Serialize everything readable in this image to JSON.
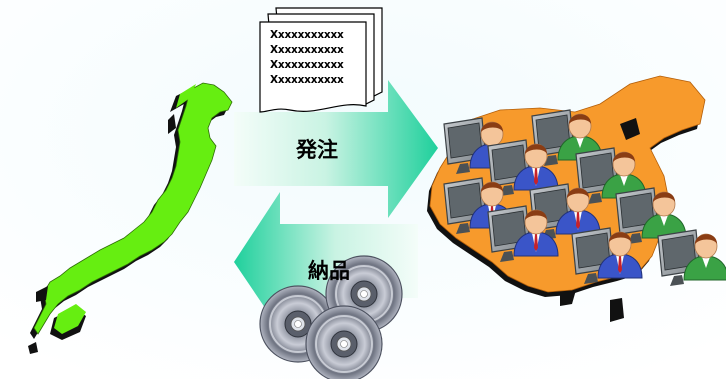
{
  "document": {
    "lines": [
      "Xxxxxxxxxxx",
      "Xxxxxxxxxxx",
      "Xxxxxxxxxxx",
      "Xxxxxxxxxxx"
    ]
  },
  "arrows": {
    "order_label": "発注",
    "delivery_label": "納品"
  },
  "colors": {
    "japan_map": "#66ee11",
    "china_map": "#f79a2c",
    "arrow_gradient_end": "#22d2a0",
    "arrow_gradient_start": "#e8fbf5",
    "monitor": "#8a9196",
    "suit_blue": "#3a55c8",
    "suit_green": "#3aa245"
  },
  "icons": [
    "document-stack-icon",
    "japan-map",
    "china-map",
    "worker-at-computer-icon",
    "cd-disc-icon"
  ]
}
